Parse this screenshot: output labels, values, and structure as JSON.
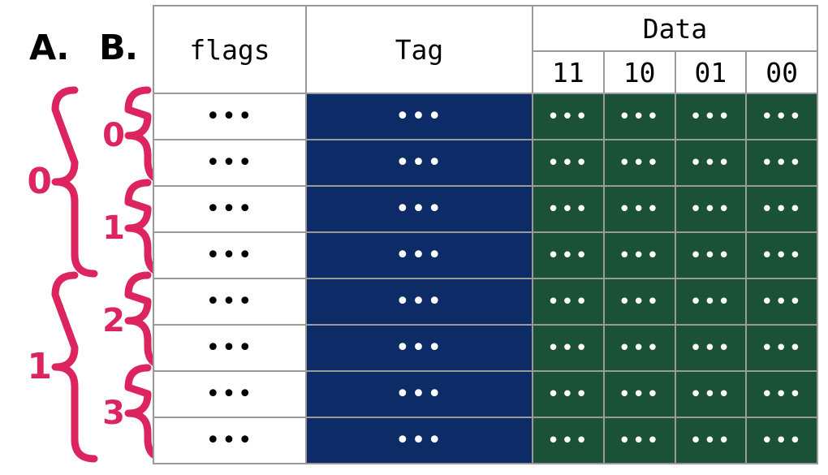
{
  "figure": {
    "sections": [
      {
        "id": "A",
        "letter": "A."
      },
      {
        "id": "B",
        "letter": "B."
      }
    ],
    "accent_color": "#DC245E",
    "tag_color": "#0D2B66",
    "data_color": "#1A5137",
    "grid_color": "#9A9A9A"
  },
  "brackets": {
    "a_groups": [
      {
        "label": "0",
        "rows": 4
      },
      {
        "label": "1",
        "rows": 4
      }
    ],
    "b_groups": [
      {
        "label": "0",
        "rows": 2
      },
      {
        "label": "1",
        "rows": 2
      },
      {
        "label": "2",
        "rows": 2
      },
      {
        "label": "3",
        "rows": 2
      }
    ]
  },
  "table": {
    "headers": {
      "flags": "flags",
      "tag": "Tag",
      "data": "Data",
      "words": [
        "11",
        "10",
        "01",
        "00"
      ]
    },
    "placeholder": "•••",
    "rows": [
      {
        "flags": "•••",
        "tag": "•••",
        "words": [
          "•••",
          "•••",
          "•••",
          "•••"
        ]
      },
      {
        "flags": "•••",
        "tag": "•••",
        "words": [
          "•••",
          "•••",
          "•••",
          "•••"
        ]
      },
      {
        "flags": "•••",
        "tag": "•••",
        "words": [
          "•••",
          "•••",
          "•••",
          "•••"
        ]
      },
      {
        "flags": "•••",
        "tag": "•••",
        "words": [
          "•••",
          "•••",
          "•••",
          "•••"
        ]
      },
      {
        "flags": "•••",
        "tag": "•••",
        "words": [
          "•••",
          "•••",
          "•••",
          "•••"
        ]
      },
      {
        "flags": "•••",
        "tag": "•••",
        "words": [
          "•••",
          "•••",
          "•••",
          "•••"
        ]
      },
      {
        "flags": "•••",
        "tag": "•••",
        "words": [
          "•••",
          "•••",
          "•••",
          "•••"
        ]
      },
      {
        "flags": "•••",
        "tag": "•••",
        "words": [
          "•••",
          "•••",
          "•••",
          "•••"
        ]
      }
    ]
  }
}
